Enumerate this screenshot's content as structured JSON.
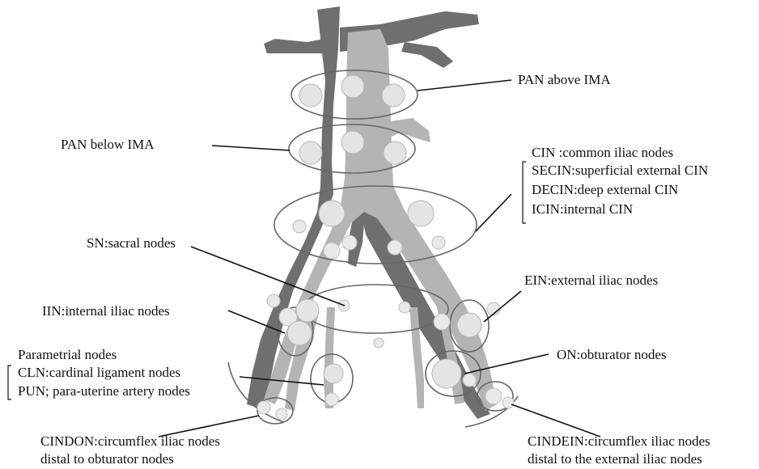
{
  "labels": {
    "pan_above_ima": "PAN above IMA",
    "pan_below_ima": "PAN below IMA",
    "cin": "CIN :common iliac nodes",
    "secin": "SECIN:superficial external CIN",
    "decin": "DECIN:deep external CIN",
    "icin": "ICIN:internal CIN",
    "sn": "SN:sacral nodes",
    "ein": "EIN:external iliac nodes",
    "iin": "IIN:internal iliac nodes",
    "parametrial": "Parametrial nodes",
    "cln": "CLN:cardinal ligament nodes",
    "pun": "PUN; para-uterine artery nodes",
    "on": "ON:obturator nodes",
    "cindon_1": "CINDON:circumflex iliac nodes",
    "cindon_2": "distal to obturator nodes",
    "cindein_1": "CINDEIN:circumflex iliac nodes",
    "cindein_2": "distal to the external iliac nodes"
  }
}
